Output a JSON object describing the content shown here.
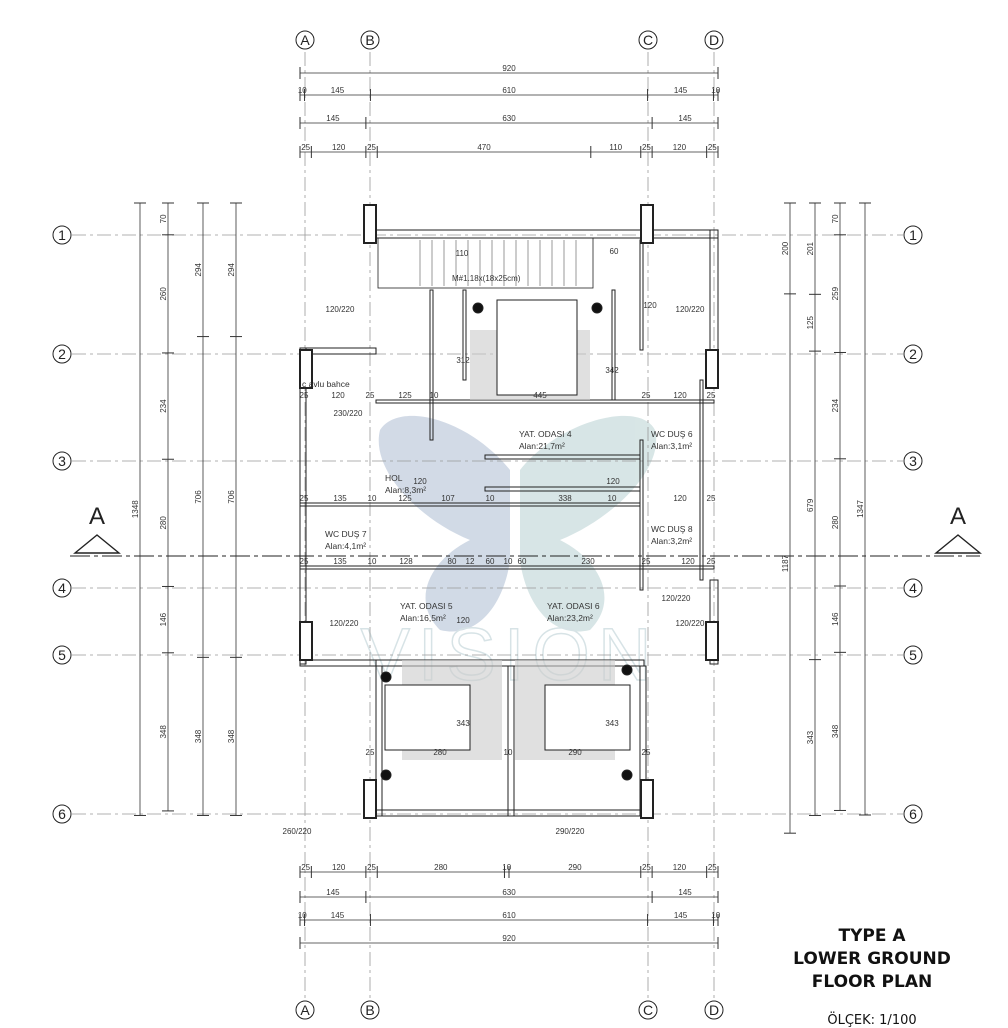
{
  "grid": {
    "columns": [
      "A",
      "B",
      "C",
      "D"
    ],
    "rows": [
      "1",
      "2",
      "3",
      "4",
      "5",
      "6"
    ]
  },
  "dims_top": [
    [
      "920"
    ],
    [
      "10",
      "145",
      "610",
      "145",
      "10"
    ],
    [
      "145",
      "630",
      "145"
    ],
    [
      "25",
      "120",
      "25",
      "470",
      "110",
      "25",
      "120",
      "25"
    ]
  ],
  "dims_top_values": [
    [
      920
    ],
    [
      10,
      145,
      610,
      145,
      10
    ],
    [
      145,
      630,
      145
    ],
    [
      25,
      120,
      25,
      470,
      110,
      25,
      120,
      25
    ]
  ],
  "dims_bottom": [
    [
      "25",
      "120",
      "25",
      "280",
      "10",
      "290",
      "25",
      "120",
      "25"
    ],
    [
      "145",
      "630",
      "145"
    ],
    [
      "10",
      "145",
      "610",
      "145",
      "10"
    ],
    [
      "920"
    ]
  ],
  "dims_bottom_values": [
    [
      25,
      120,
      25,
      280,
      10,
      290,
      25,
      120,
      25
    ],
    [
      145,
      630,
      145
    ],
    [
      10,
      145,
      610,
      145,
      10
    ],
    [
      920
    ]
  ],
  "dims_left": [
    [
      "1348"
    ],
    [
      "70",
      "260",
      "234",
      "280",
      "146",
      "348"
    ],
    [
      "294",
      "706",
      "348"
    ],
    [
      "294",
      "706",
      "348"
    ]
  ],
  "dims_left_values": [
    [
      1348
    ],
    [
      70,
      260,
      234,
      280,
      146,
      348
    ],
    [
      294,
      706,
      348
    ],
    [
      294,
      706,
      348
    ]
  ],
  "dims_right": [
    [
      "200",
      "1187"
    ],
    [
      "201",
      "125",
      "679",
      "343"
    ],
    [
      "70",
      "259",
      "234",
      "280",
      "146",
      "348"
    ],
    [
      "1347"
    ]
  ],
  "dims_right_values": [
    [
      200,
      1187
    ],
    [
      201,
      125,
      679,
      343
    ],
    [
      70,
      259,
      234,
      280,
      146,
      348
    ],
    [
      1347
    ]
  ],
  "rooms": [
    {
      "name": "YAT. ODASI 4",
      "area": "Alan:21,7m²"
    },
    {
      "name": "WC DUŞ 6",
      "area": "Alan:3,1m²"
    },
    {
      "name": "HOL",
      "area": "Alan:8,3m²"
    },
    {
      "name": "WC DUŞ 7",
      "area": "Alan:4,1m²"
    },
    {
      "name": "WC DUŞ 8",
      "area": "Alan:3,2m²"
    },
    {
      "name": "YAT. ODASI 5",
      "area": "Alan:16,5m²"
    },
    {
      "name": "YAT. ODASI 6",
      "area": "Alan:23,2m²"
    }
  ],
  "labels": {
    "stair": "M#1.18x(18x25cm)",
    "courtyard": "ç avlu bahce",
    "section_left": "A",
    "section_right": "A",
    "watermark": "VISION"
  },
  "inner_dims": [
    "25",
    "120",
    "25",
    "125",
    "10",
    "445",
    "25",
    "120",
    "25",
    "25",
    "135",
    "10",
    "125",
    "107",
    "10",
    "338",
    "10",
    "120",
    "25",
    "25",
    "135",
    "10",
    "128",
    "80",
    "12",
    "60",
    "10",
    "60",
    "230",
    "25",
    "120",
    "25",
    "25",
    "280",
    "10",
    "290",
    "25",
    "312",
    "342",
    "343",
    "343",
    "110",
    "60",
    "120",
    "120",
    "120",
    "120",
    "120/220",
    "120/220",
    "120/220",
    "120/220",
    "120/220",
    "230/220",
    "260/220",
    "290/220"
  ],
  "title": {
    "line1": "TYPE A",
    "line2": "LOWER GROUND",
    "line3": "FLOOR PLAN",
    "scale": "ÖLÇEK: 1/100"
  }
}
